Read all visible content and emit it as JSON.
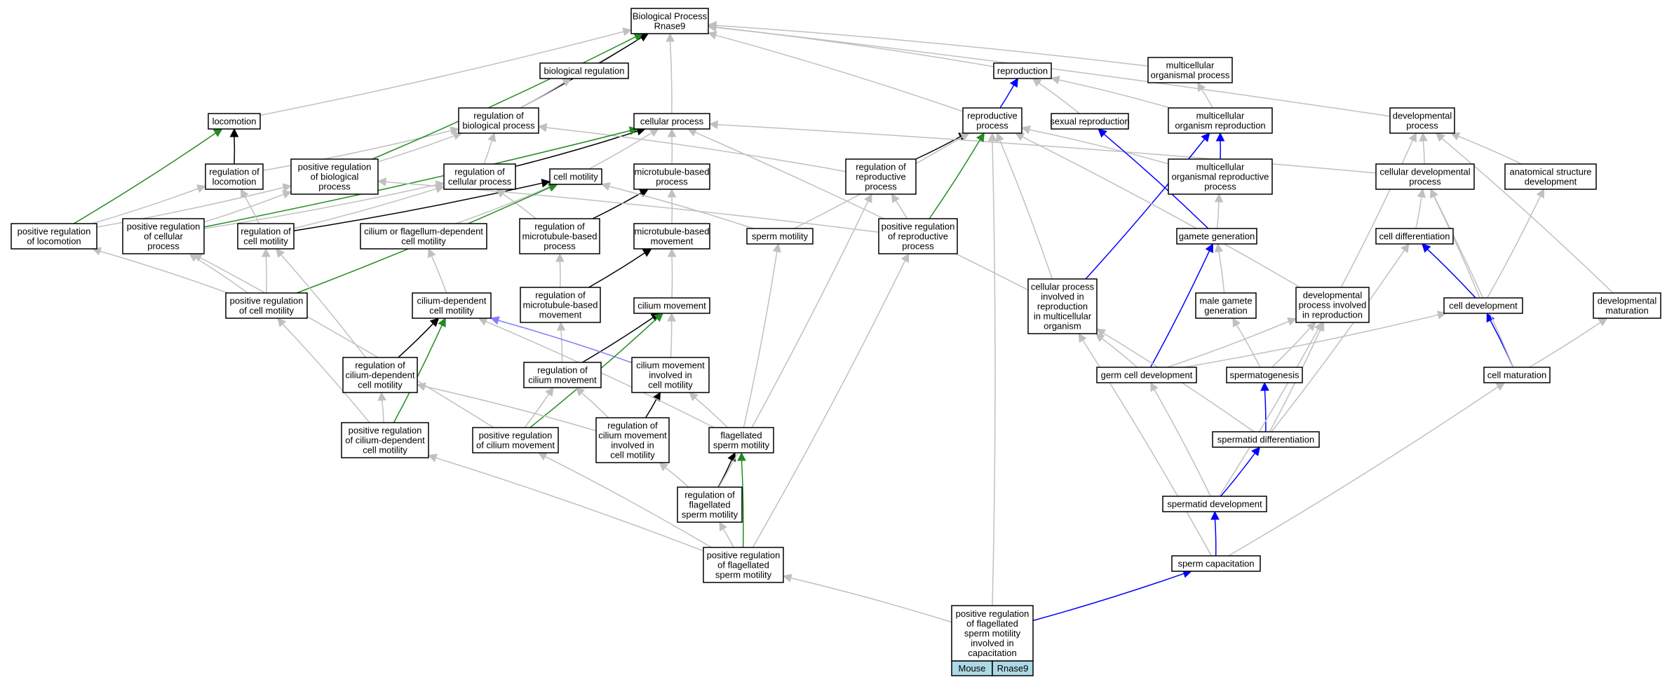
{
  "colors": {
    "gray": "#c0c0c0",
    "black": "#000000",
    "green": "#228b22",
    "blue": "#0000ff",
    "slate": "#8080ff",
    "tag_fill": "#add8e6"
  },
  "nodes": [
    {
      "id": "bp",
      "lines": [
        "Biological Process",
        "Rnase9"
      ]
    },
    {
      "id": "bioreg",
      "lines": [
        "biological regulation"
      ]
    },
    {
      "id": "repro",
      "lines": [
        "reproduction"
      ]
    },
    {
      "id": "multiorg",
      "lines": [
        "multicellular",
        "organismal process"
      ]
    },
    {
      "id": "loco",
      "lines": [
        "locomotion"
      ]
    },
    {
      "id": "regbio",
      "lines": [
        "regulation of",
        "biological process"
      ]
    },
    {
      "id": "cellproc",
      "lines": [
        "cellular process"
      ]
    },
    {
      "id": "reproproc",
      "lines": [
        "reproductive",
        "process"
      ]
    },
    {
      "id": "sexrepro",
      "lines": [
        "sexual reproduction"
      ]
    },
    {
      "id": "multirepro",
      "lines": [
        "multicellular",
        "organism reproduction"
      ]
    },
    {
      "id": "devproc",
      "lines": [
        "developmental",
        "process"
      ]
    },
    {
      "id": "regloco",
      "lines": [
        "regulation of",
        "locomotion"
      ]
    },
    {
      "id": "posregbio",
      "lines": [
        "positive regulation",
        "of biological",
        "process"
      ]
    },
    {
      "id": "regcell",
      "lines": [
        "regulation of",
        "cellular process"
      ]
    },
    {
      "id": "cellmot",
      "lines": [
        "cell motility"
      ]
    },
    {
      "id": "mtbased",
      "lines": [
        "microtubule-based",
        "process"
      ]
    },
    {
      "id": "regrepro",
      "lines": [
        "regulation of",
        "reproductive",
        "process"
      ]
    },
    {
      "id": "multireproproc",
      "lines": [
        "multicellular",
        "organismal reproductive",
        "process"
      ]
    },
    {
      "id": "celldevproc",
      "lines": [
        "cellular developmental",
        "process"
      ]
    },
    {
      "id": "anatdev",
      "lines": [
        "anatomical structure",
        "development"
      ]
    },
    {
      "id": "posregloco",
      "lines": [
        "positive regulation",
        "of locomotion"
      ]
    },
    {
      "id": "posregcell",
      "lines": [
        "positive regulation",
        "of cellular",
        "process"
      ]
    },
    {
      "id": "regcellmot",
      "lines": [
        "regulation of",
        "cell motility"
      ]
    },
    {
      "id": "ciliumflag",
      "lines": [
        "cilium or flagellum-dependent",
        "cell motility"
      ]
    },
    {
      "id": "regmtbased",
      "lines": [
        "regulation of",
        "microtubule-based",
        "process"
      ]
    },
    {
      "id": "mtmove",
      "lines": [
        "microtubule-based",
        "movement"
      ]
    },
    {
      "id": "spermmot",
      "lines": [
        "sperm motility"
      ]
    },
    {
      "id": "posregrepro",
      "lines": [
        "positive regulation",
        "of reproductive",
        "process"
      ]
    },
    {
      "id": "gametegen",
      "lines": [
        "gamete generation"
      ]
    },
    {
      "id": "celldiff",
      "lines": [
        "cell differentiation"
      ]
    },
    {
      "id": "posregcellmot",
      "lines": [
        "positive regulation",
        "of cell motility"
      ]
    },
    {
      "id": "ciliumdep",
      "lines": [
        "cilium-dependent",
        "cell motility"
      ]
    },
    {
      "id": "regmtmove",
      "lines": [
        "regulation of",
        "microtubule-based",
        "movement"
      ]
    },
    {
      "id": "ciliummove",
      "lines": [
        "cilium movement"
      ]
    },
    {
      "id": "cellprocrepro",
      "lines": [
        "cellular process",
        "involved in",
        "reproduction",
        "in multicellular",
        "organism"
      ]
    },
    {
      "id": "malegamete",
      "lines": [
        "male gamete",
        "generation"
      ]
    },
    {
      "id": "devprocrepro",
      "lines": [
        "developmental",
        "process involved",
        "in reproduction"
      ]
    },
    {
      "id": "celldev",
      "lines": [
        "cell development"
      ]
    },
    {
      "id": "devmat",
      "lines": [
        "developmental",
        "maturation"
      ]
    },
    {
      "id": "regciliumdep",
      "lines": [
        "regulation of",
        "cilium-dependent",
        "cell motility"
      ]
    },
    {
      "id": "regciliummove",
      "lines": [
        "regulation of",
        "cilium movement"
      ]
    },
    {
      "id": "ciliummovecm",
      "lines": [
        "cilium movement",
        "involved in",
        "cell motility"
      ]
    },
    {
      "id": "germdev",
      "lines": [
        "germ cell development"
      ]
    },
    {
      "id": "spermato",
      "lines": [
        "spermatogenesis"
      ]
    },
    {
      "id": "cellmat",
      "lines": [
        "cell maturation"
      ]
    },
    {
      "id": "posregciliumdep",
      "lines": [
        "positive regulation",
        "of cilium-dependent",
        "cell motility"
      ]
    },
    {
      "id": "posregciliummove",
      "lines": [
        "positive regulation",
        "of cilium movement"
      ]
    },
    {
      "id": "regciliummovecm",
      "lines": [
        "regulation of",
        "cilium movement",
        "involved in",
        "cell motility"
      ]
    },
    {
      "id": "flagspermmot",
      "lines": [
        "flagellated",
        "sperm motility"
      ]
    },
    {
      "id": "spermatiddiff",
      "lines": [
        "spermatid differentiation"
      ]
    },
    {
      "id": "regflagsperm",
      "lines": [
        "regulation of",
        "flagellated",
        "sperm motility"
      ]
    },
    {
      "id": "spermatiddev",
      "lines": [
        "spermatid development"
      ]
    },
    {
      "id": "posregflagsperm",
      "lines": [
        "positive regulation",
        "of flagellated",
        "sperm motility"
      ]
    },
    {
      "id": "spermcap",
      "lines": [
        "sperm capacitation"
      ]
    },
    {
      "id": "target",
      "lines": [
        "positive regulation",
        "of flagellated",
        "sperm motility",
        "involved in",
        "capacitation"
      ]
    }
  ],
  "tags": [
    "Mouse",
    "Rnase9"
  ],
  "edges": [
    {
      "from": "bioreg",
      "to": "bp",
      "kind": "gray"
    },
    {
      "from": "repro",
      "to": "bp",
      "kind": "gray"
    },
    {
      "from": "multiorg",
      "to": "bp",
      "kind": "gray"
    },
    {
      "from": "loco",
      "to": "bp",
      "kind": "gray"
    },
    {
      "from": "regbio",
      "to": "bp",
      "kind": "black"
    },
    {
      "from": "regbio",
      "to": "bioreg",
      "kind": "gray"
    },
    {
      "from": "cellproc",
      "to": "bp",
      "kind": "gray"
    },
    {
      "from": "reproproc",
      "to": "bp",
      "kind": "gray"
    },
    {
      "from": "reproproc",
      "to": "repro",
      "kind": "blue"
    },
    {
      "from": "sexrepro",
      "to": "repro",
      "kind": "gray"
    },
    {
      "from": "multirepro",
      "to": "repro",
      "kind": "gray"
    },
    {
      "from": "multirepro",
      "to": "multiorg",
      "kind": "gray"
    },
    {
      "from": "devproc",
      "to": "bp",
      "kind": "gray"
    },
    {
      "from": "regloco",
      "to": "loco",
      "kind": "black"
    },
    {
      "from": "regloco",
      "to": "regbio",
      "kind": "gray"
    },
    {
      "from": "posregbio",
      "to": "bp",
      "kind": "green"
    },
    {
      "from": "posregbio",
      "to": "regbio",
      "kind": "gray"
    },
    {
      "from": "regcell",
      "to": "regbio",
      "kind": "gray"
    },
    {
      "from": "regcell",
      "to": "cellproc",
      "kind": "black"
    },
    {
      "from": "cellmot",
      "to": "cellproc",
      "kind": "gray"
    },
    {
      "from": "mtbased",
      "to": "cellproc",
      "kind": "gray"
    },
    {
      "from": "regrepro",
      "to": "regbio",
      "kind": "gray"
    },
    {
      "from": "regrepro",
      "to": "reproproc",
      "kind": "black"
    },
    {
      "from": "multireproproc",
      "to": "multirepro",
      "kind": "blue"
    },
    {
      "from": "multireproproc",
      "to": "reproproc",
      "kind": "gray"
    },
    {
      "from": "celldevproc",
      "to": "devproc",
      "kind": "gray"
    },
    {
      "from": "celldevproc",
      "to": "cellproc",
      "kind": "gray"
    },
    {
      "from": "anatdev",
      "to": "devproc",
      "kind": "gray"
    },
    {
      "from": "posregloco",
      "to": "loco",
      "kind": "green"
    },
    {
      "from": "posregloco",
      "to": "regloco",
      "kind": "gray"
    },
    {
      "from": "posregloco",
      "to": "posregbio",
      "kind": "gray"
    },
    {
      "from": "posregcell",
      "to": "posregbio",
      "kind": "gray"
    },
    {
      "from": "posregcell",
      "to": "regcell",
      "kind": "gray"
    },
    {
      "from": "posregcell",
      "to": "cellproc",
      "kind": "green"
    },
    {
      "from": "regcellmot",
      "to": "regcell",
      "kind": "gray"
    },
    {
      "from": "regcellmot",
      "to": "regloco",
      "kind": "gray"
    },
    {
      "from": "regcellmot",
      "to": "cellmot",
      "kind": "black"
    },
    {
      "from": "ciliumflag",
      "to": "cellmot",
      "kind": "gray"
    },
    {
      "from": "regmtbased",
      "to": "regcell",
      "kind": "gray"
    },
    {
      "from": "regmtbased",
      "to": "mtbased",
      "kind": "black"
    },
    {
      "from": "mtmove",
      "to": "mtbased",
      "kind": "gray"
    },
    {
      "from": "spermmot",
      "to": "cellmot",
      "kind": "gray"
    },
    {
      "from": "spermmot",
      "to": "reproproc",
      "kind": "gray"
    },
    {
      "from": "posregrepro",
      "to": "regrepro",
      "kind": "gray"
    },
    {
      "from": "posregrepro",
      "to": "reproproc",
      "kind": "green"
    },
    {
      "from": "posregrepro",
      "to": "posregbio",
      "kind": "gray"
    },
    {
      "from": "gametegen",
      "to": "sexrepro",
      "kind": "blue"
    },
    {
      "from": "gametegen",
      "to": "multireproproc",
      "kind": "gray"
    },
    {
      "from": "celldiff",
      "to": "celldevproc",
      "kind": "gray"
    },
    {
      "from": "posregcellmot",
      "to": "regcellmot",
      "kind": "gray"
    },
    {
      "from": "posregcellmot",
      "to": "posregcell",
      "kind": "gray"
    },
    {
      "from": "posregcellmot",
      "to": "posregloco",
      "kind": "gray"
    },
    {
      "from": "posregcellmot",
      "to": "cellmot",
      "kind": "green"
    },
    {
      "from": "ciliumdep",
      "to": "ciliumflag",
      "kind": "gray"
    },
    {
      "from": "regmtmove",
      "to": "regmtbased",
      "kind": "gray"
    },
    {
      "from": "regmtmove",
      "to": "mtmove",
      "kind": "black"
    },
    {
      "from": "ciliummove",
      "to": "mtmove",
      "kind": "gray"
    },
    {
      "from": "cellprocrepro",
      "to": "cellproc",
      "kind": "gray"
    },
    {
      "from": "cellprocrepro",
      "to": "reproproc",
      "kind": "gray"
    },
    {
      "from": "cellprocrepro",
      "to": "multirepro",
      "kind": "blue"
    },
    {
      "from": "malegamete",
      "to": "gametegen",
      "kind": "gray"
    },
    {
      "from": "devprocrepro",
      "to": "reproproc",
      "kind": "gray"
    },
    {
      "from": "devprocrepro",
      "to": "devproc",
      "kind": "gray"
    },
    {
      "from": "celldev",
      "to": "celldiff",
      "kind": "blue"
    },
    {
      "from": "celldev",
      "to": "celldevproc",
      "kind": "gray"
    },
    {
      "from": "celldev",
      "to": "anatdev",
      "kind": "gray"
    },
    {
      "from": "devmat",
      "to": "devproc",
      "kind": "gray"
    },
    {
      "from": "regciliumdep",
      "to": "regcellmot",
      "kind": "gray"
    },
    {
      "from": "regciliumdep",
      "to": "ciliumdep",
      "kind": "black"
    },
    {
      "from": "regciliummove",
      "to": "regmtmove",
      "kind": "gray"
    },
    {
      "from": "regciliummove",
      "to": "ciliummove",
      "kind": "black"
    },
    {
      "from": "ciliummovecm",
      "to": "ciliummove",
      "kind": "gray"
    },
    {
      "from": "ciliummovecm",
      "to": "ciliumdep",
      "kind": "slate"
    },
    {
      "from": "germdev",
      "to": "gametegen",
      "kind": "blue"
    },
    {
      "from": "germdev",
      "to": "cellprocrepro",
      "kind": "gray"
    },
    {
      "from": "germdev",
      "to": "devprocrepro",
      "kind": "gray"
    },
    {
      "from": "germdev",
      "to": "celldev",
      "kind": "gray"
    },
    {
      "from": "spermato",
      "to": "malegamete",
      "kind": "gray"
    },
    {
      "from": "spermato",
      "to": "devprocrepro",
      "kind": "gray"
    },
    {
      "from": "cellmat",
      "to": "celldev",
      "kind": "blue"
    },
    {
      "from": "cellmat",
      "to": "devmat",
      "kind": "gray"
    },
    {
      "from": "cellmat",
      "to": "celldevproc",
      "kind": "gray"
    },
    {
      "from": "posregciliumdep",
      "to": "regciliumdep",
      "kind": "gray"
    },
    {
      "from": "posregciliumdep",
      "to": "ciliumdep",
      "kind": "green"
    },
    {
      "from": "posregciliumdep",
      "to": "posregcellmot",
      "kind": "gray"
    },
    {
      "from": "posregciliummove",
      "to": "regciliummove",
      "kind": "gray"
    },
    {
      "from": "posregciliummove",
      "to": "ciliummove",
      "kind": "green"
    },
    {
      "from": "posregciliummove",
      "to": "posregcell",
      "kind": "gray"
    },
    {
      "from": "regciliummovecm",
      "to": "regciliummove",
      "kind": "gray"
    },
    {
      "from": "regciliummovecm",
      "to": "ciliummovecm",
      "kind": "black"
    },
    {
      "from": "regciliummovecm",
      "to": "regciliumdep",
      "kind": "gray"
    },
    {
      "from": "flagspermmot",
      "to": "ciliummovecm",
      "kind": "gray"
    },
    {
      "from": "flagspermmot",
      "to": "spermmot",
      "kind": "gray"
    },
    {
      "from": "flagspermmot",
      "to": "ciliumdep",
      "kind": "gray"
    },
    {
      "from": "spermatiddiff",
      "to": "spermato",
      "kind": "blue"
    },
    {
      "from": "spermatiddiff",
      "to": "celldiff",
      "kind": "gray"
    },
    {
      "from": "spermatiddiff",
      "to": "devprocrepro",
      "kind": "gray"
    },
    {
      "from": "spermatiddiff",
      "to": "cellprocrepro",
      "kind": "gray"
    },
    {
      "from": "regflagsperm",
      "to": "flagspermmot",
      "kind": "black"
    },
    {
      "from": "regflagsperm",
      "to": "regciliummovecm",
      "kind": "gray"
    },
    {
      "from": "regflagsperm",
      "to": "regrepro",
      "kind": "gray"
    },
    {
      "from": "spermatiddev",
      "to": "spermatiddiff",
      "kind": "blue"
    },
    {
      "from": "spermatiddev",
      "to": "germdev",
      "kind": "gray"
    },
    {
      "from": "spermatiddev",
      "to": "devprocrepro",
      "kind": "gray"
    },
    {
      "from": "posregflagsperm",
      "to": "regflagsperm",
      "kind": "gray"
    },
    {
      "from": "posregflagsperm",
      "to": "flagspermmot",
      "kind": "green"
    },
    {
      "from": "posregflagsperm",
      "to": "posregciliummove",
      "kind": "gray"
    },
    {
      "from": "posregflagsperm",
      "to": "posregciliumdep",
      "kind": "gray"
    },
    {
      "from": "posregflagsperm",
      "to": "posregrepro",
      "kind": "gray"
    },
    {
      "from": "spermcap",
      "to": "spermatiddev",
      "kind": "blue"
    },
    {
      "from": "spermcap",
      "to": "cellprocrepro",
      "kind": "gray"
    },
    {
      "from": "spermcap",
      "to": "cellmat",
      "kind": "gray"
    },
    {
      "from": "target",
      "to": "posregflagsperm",
      "kind": "gray"
    },
    {
      "from": "target",
      "to": "spermcap",
      "kind": "blue"
    },
    {
      "from": "target",
      "to": "reproproc",
      "kind": "gray"
    }
  ]
}
